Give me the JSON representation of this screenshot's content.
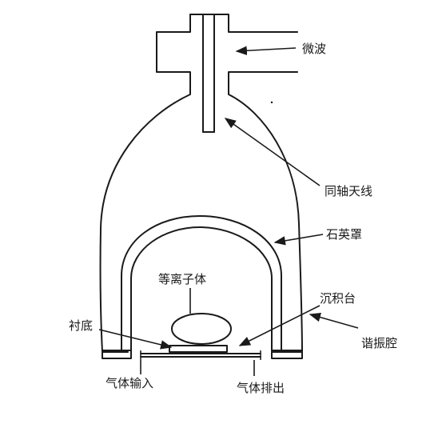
{
  "labels": {
    "microwave": "微波",
    "coaxial_antenna": "同轴天线",
    "quartz_cover": "石英罩",
    "plasma": "等离子体",
    "deposition_stage": "沉积台",
    "substrate": "衬底",
    "resonant_cavity": "谐振腔",
    "gas_inlet": "气体输入",
    "gas_outlet": "气体排出"
  }
}
